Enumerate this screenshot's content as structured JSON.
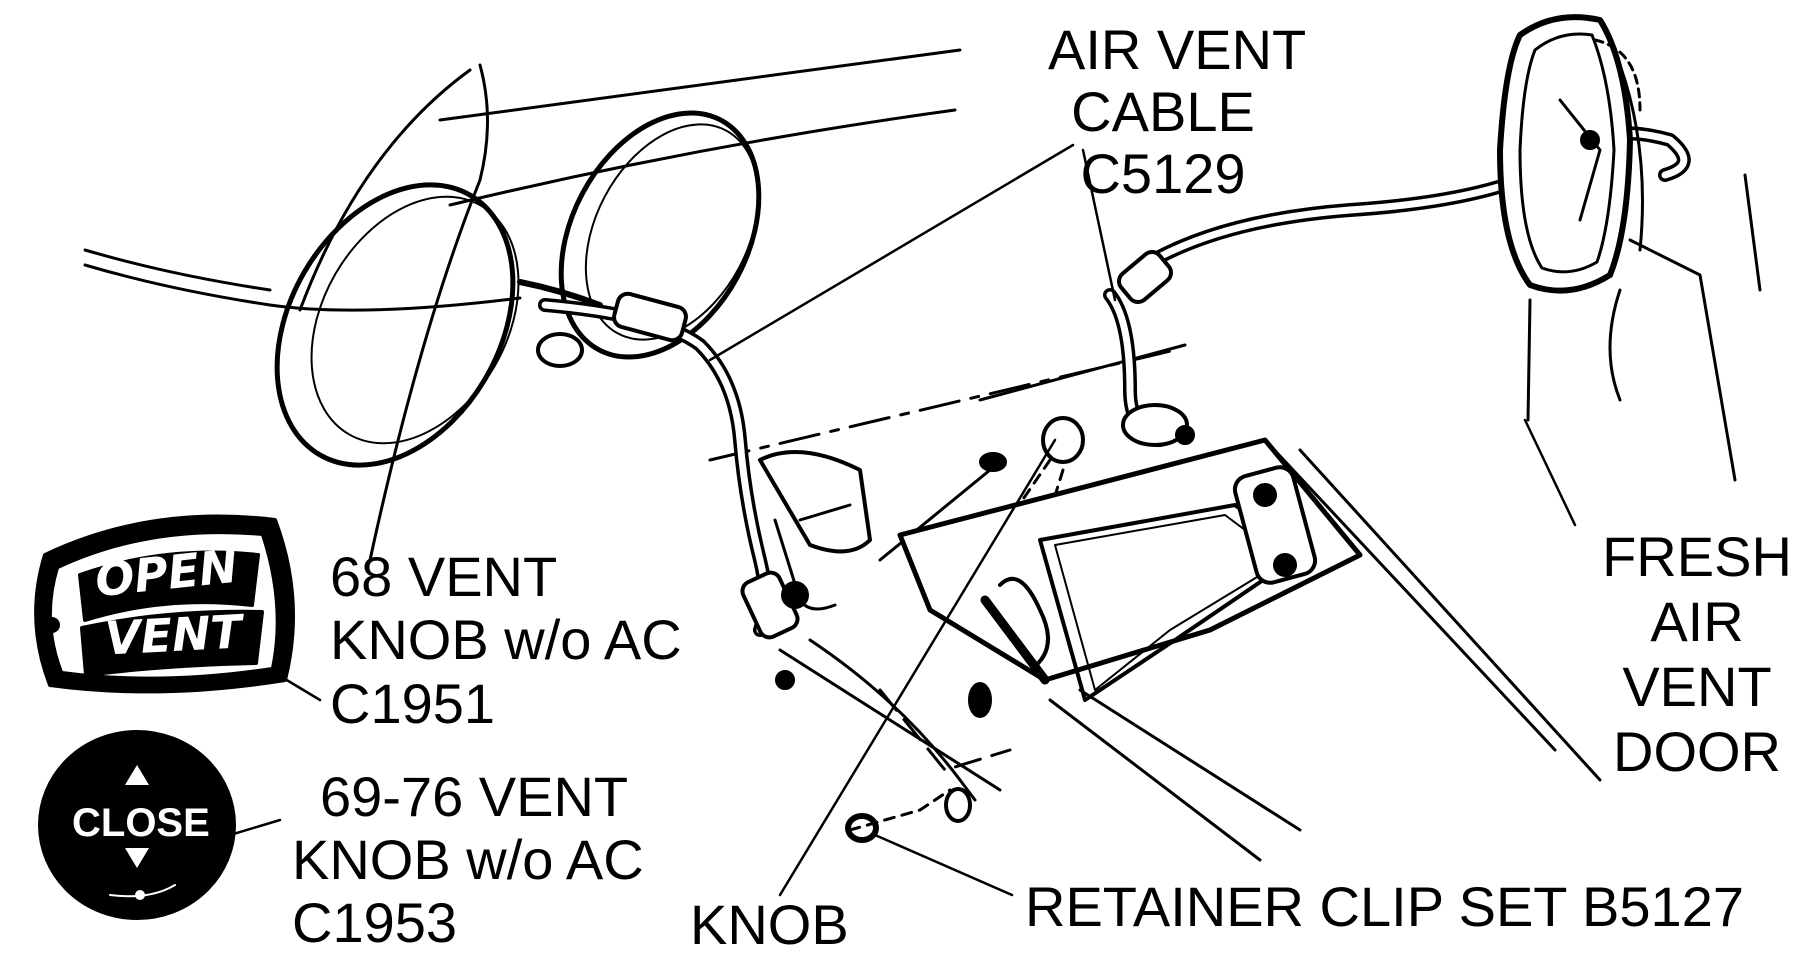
{
  "labels": {
    "air_vent_cable": {
      "line1": "AIR VENT",
      "line2": "CABLE",
      "part": "C5129"
    },
    "fresh_air_vent_door": {
      "line1": "FRESH",
      "line2": "AIR",
      "line3": "VENT",
      "line4": "DOOR"
    },
    "vent_knob_68": {
      "line1": "68 VENT",
      "line2": "KNOB w/o AC",
      "part": "C1951"
    },
    "vent_knob_69_76": {
      "line1": "69-76 VENT",
      "line2": "KNOB w/o AC",
      "part": "C1953"
    },
    "knob": "KNOB",
    "retainer_clip_set": "RETAINER CLIP SET B5127"
  },
  "knob_68_face": {
    "top_word": "OPEN",
    "bottom_word": "VENT"
  },
  "knob_69_76_face": {
    "word": "CLOSE"
  },
  "colors": {
    "ink": "#000000",
    "paper": "#ffffff"
  }
}
